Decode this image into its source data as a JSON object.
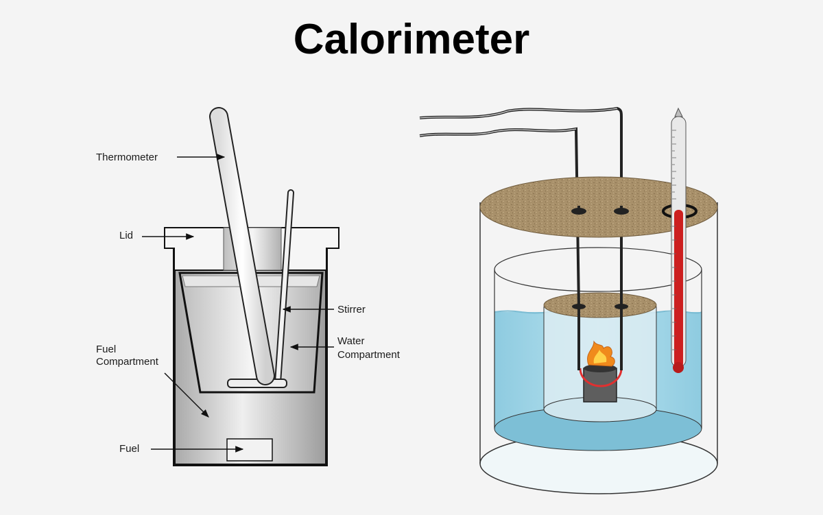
{
  "title": "Calorimeter",
  "left_diagram": {
    "labels": {
      "thermometer": "Thermometer",
      "lid": "Lid",
      "stirrer": "Stirrer",
      "water_line1": "Water",
      "water_line2": "Compartment",
      "fuel_compartment_line1": "Fuel",
      "fuel_compartment_line2": "Compartment",
      "fuel": "Fuel"
    }
  },
  "colors": {
    "water": "#9fd4e6",
    "thermometer_liquid": "#cc1f1f",
    "lid_cork": "#a8906a",
    "flame": "#f08a1c",
    "burner_band": "#e03030"
  }
}
